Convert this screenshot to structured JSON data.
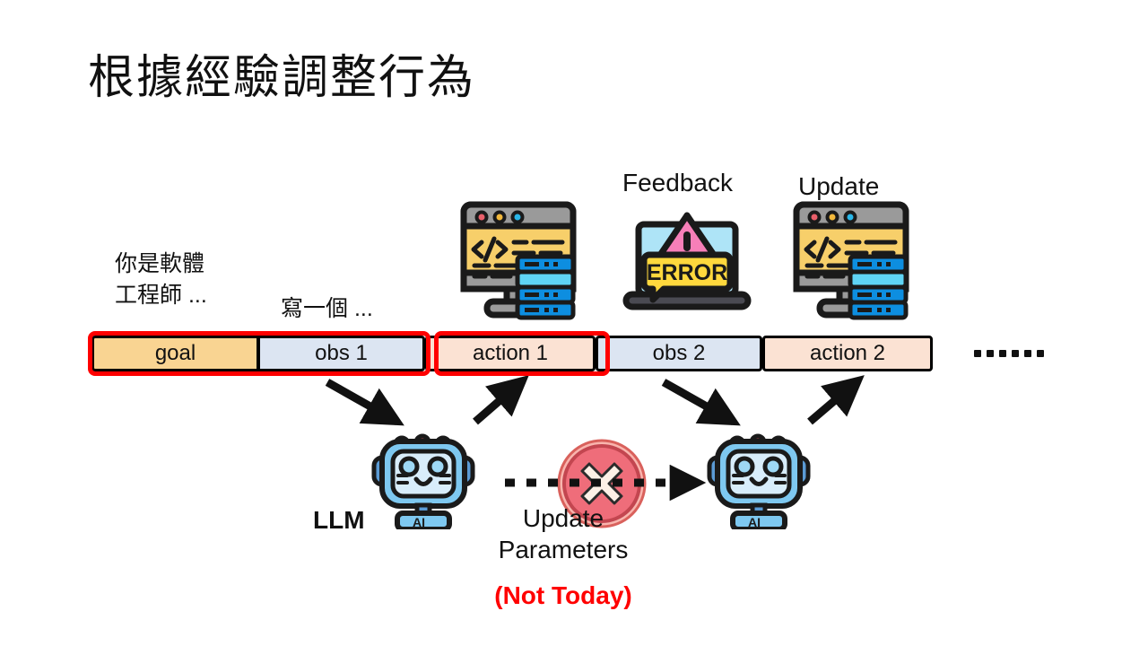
{
  "slide": {
    "title": "根據經驗調整行為"
  },
  "annotations": {
    "goal_prompt": "你是軟體\n工程師 ...",
    "action_prompt": "寫一個 ..."
  },
  "captions": {
    "feedback": "Feedback",
    "update": "Update"
  },
  "timeline": {
    "cells": [
      {
        "label": "goal",
        "color": "#f9d492",
        "highlighted": true
      },
      {
        "label": "obs 1",
        "color": "#dce5f2",
        "highlighted": true
      },
      {
        "label": "action 1",
        "color": "#fbe2d3",
        "highlighted": true
      },
      {
        "label": "obs 2",
        "color": "#dce5f2",
        "highlighted": false
      },
      {
        "label": "action 2",
        "color": "#fbe2d3",
        "highlighted": false
      }
    ],
    "continuation": "······",
    "highlight_color": "#ff0000"
  },
  "agents": {
    "llm_label": "LLM",
    "robot_badge": "AI"
  },
  "update_step": {
    "label": "Update\nParameters",
    "disclaimer": "(Not Today)",
    "disclaimer_color": "#ff0000",
    "blocked_icon": "x-circle-icon"
  },
  "icons": {
    "monitor": "code-monitor-icon",
    "laptop_error": "laptop-error-icon",
    "error_text": "ERROR",
    "robot": "robot-ai-icon"
  },
  "palette": {
    "goal": "#f9d492",
    "obs": "#dce5f2",
    "action": "#fbe2d3",
    "accent_red": "#ff0000",
    "robot_blue": "#7ec8f0",
    "screen_yellow": "#f7cf6a",
    "error_pink": "#f77fb8"
  }
}
